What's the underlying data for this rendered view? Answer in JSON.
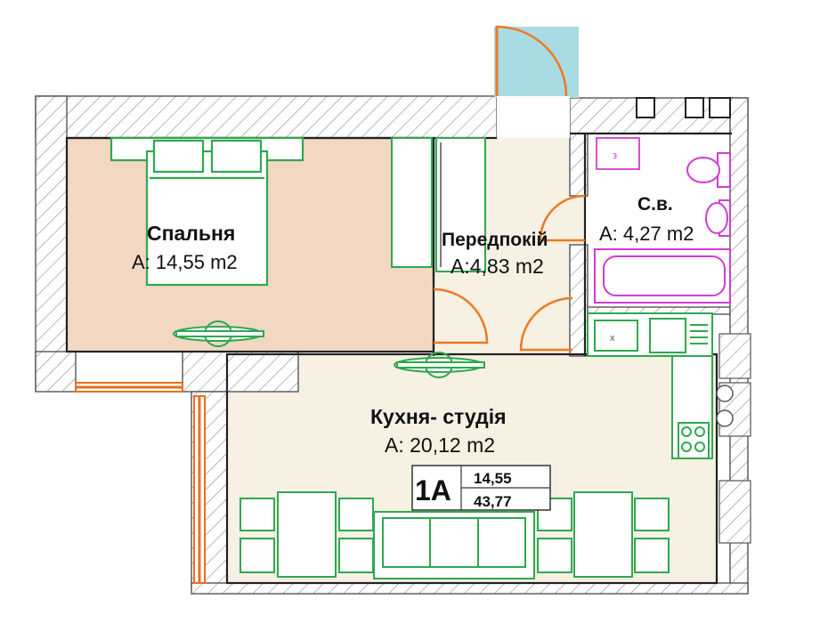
{
  "rooms": {
    "bedroom": {
      "name": "Спальня",
      "area": "A: 14,55 m2"
    },
    "hallway": {
      "name": "Передпокій",
      "area": "A:4,83 m2"
    },
    "bathroom": {
      "name": "С.в.",
      "area": "A: 4,27 m2"
    },
    "kitchen": {
      "name": "Кухня- студія",
      "area": "A: 20,12 m2"
    }
  },
  "apartment": {
    "code": "1A",
    "living_area": "14,55",
    "total_area": "43,77"
  },
  "colors": {
    "bedroom_floor": "#f2d7c3",
    "floor": "#f6f1e3",
    "wall_hatch": "#8c8c8c",
    "furniture": "#2fa84f",
    "plumbing": "#d23bd2",
    "door_swing": "#ee7a22",
    "window": "#e8701e",
    "balcony": "#a9dbe3"
  }
}
